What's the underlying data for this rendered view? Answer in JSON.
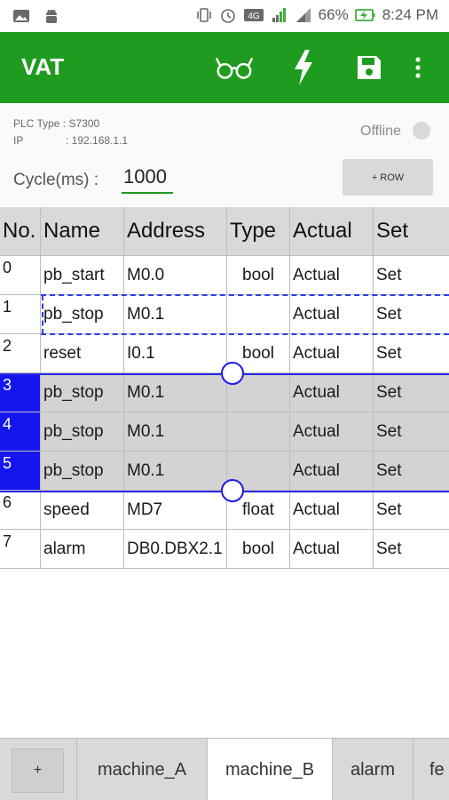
{
  "status_bar": {
    "battery_percent": "66%",
    "time": "8:24 PM",
    "network_label": "4G",
    "icons": [
      "image-icon",
      "android-icon",
      "vibrate-icon",
      "alarm-icon",
      "signal-icon",
      "battery-charging-icon"
    ]
  },
  "app_bar": {
    "title": "VAT",
    "actions": [
      "glasses-icon",
      "lightning-icon",
      "save-icon",
      "overflow-menu-icon"
    ],
    "color": "#1f9b1f"
  },
  "info": {
    "plc_type_label": "PLC Type : S7300",
    "ip_label": "IP",
    "ip_value": ": 192.168.1.1",
    "status": "Offline",
    "cycle_label": "Cycle(ms) :",
    "cycle_value": "1000",
    "add_row_label": "+ ROW"
  },
  "table": {
    "headers": [
      "No.",
      "Name",
      "Address",
      "Type",
      "Actual",
      "Set"
    ],
    "rows": [
      {
        "no": "0",
        "name": "pb_start",
        "address": "M0.0",
        "type": "bool",
        "actual": "Actual",
        "set": "Set"
      },
      {
        "no": "1",
        "name": "pb_stop",
        "address": "M0.1",
        "type": "",
        "actual": "Actual",
        "set": "Set"
      },
      {
        "no": "2",
        "name": "reset",
        "address": "I0.1",
        "type": "bool",
        "actual": "Actual",
        "set": "Set"
      },
      {
        "no": "3",
        "name": "pb_stop",
        "address": "M0.1",
        "type": "",
        "actual": "Actual",
        "set": "Set"
      },
      {
        "no": "4",
        "name": "pb_stop",
        "address": "M0.1",
        "type": "",
        "actual": "Actual",
        "set": "Set"
      },
      {
        "no": "5",
        "name": "pb_stop",
        "address": "M0.1",
        "type": "",
        "actual": "Actual",
        "set": "Set"
      },
      {
        "no": "6",
        "name": "speed",
        "address": "MD7",
        "type": "float",
        "actual": "Actual",
        "set": "Set"
      },
      {
        "no": "7",
        "name": "alarm",
        "address": "DB0.DBX2.1",
        "type": "bool",
        "actual": "Actual",
        "set": "Set"
      }
    ],
    "highlight_color": "#1515ee"
  },
  "tabs": {
    "add_label": "+",
    "items": [
      {
        "label": "machine_A"
      },
      {
        "label": "machine_B"
      },
      {
        "label": "alarm"
      },
      {
        "label": "fe"
      }
    ],
    "active": "machine_B"
  }
}
